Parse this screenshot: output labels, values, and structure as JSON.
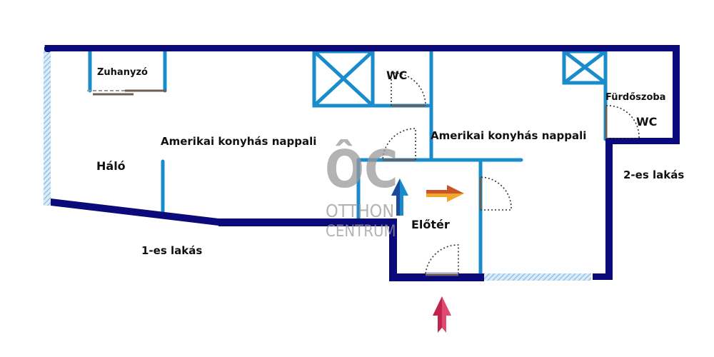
{
  "title": "Alaprajz",
  "colors": {
    "outer_wall": "#0a0a7a",
    "inner_wall": "#1a8ccc",
    "window_hatch": "#8fc3e8",
    "door_leaf": "#6b5e55",
    "arrow_entry": "#d0345c",
    "arrow_up": "#1a66b0",
    "arrow_right": "#e0782a",
    "watermark": "#9a9a9a"
  },
  "rooms": {
    "zuhanyzo": "Zuhanyzó",
    "wc_1": "WC",
    "nappali_1": "Amerikai konyhás nappali",
    "halo": "Háló",
    "nappali_2": "Amerikai konyhás nappali",
    "furdoszoba": "Fürdőszoba",
    "wc_2": "WC",
    "eloter": "Előtér"
  },
  "units": {
    "unit_1": "1-es lakás",
    "unit_2": "2-es lakás"
  },
  "watermark": {
    "logo": "ÔC",
    "line1": "OTTHON",
    "line2": "CENTRUM"
  }
}
